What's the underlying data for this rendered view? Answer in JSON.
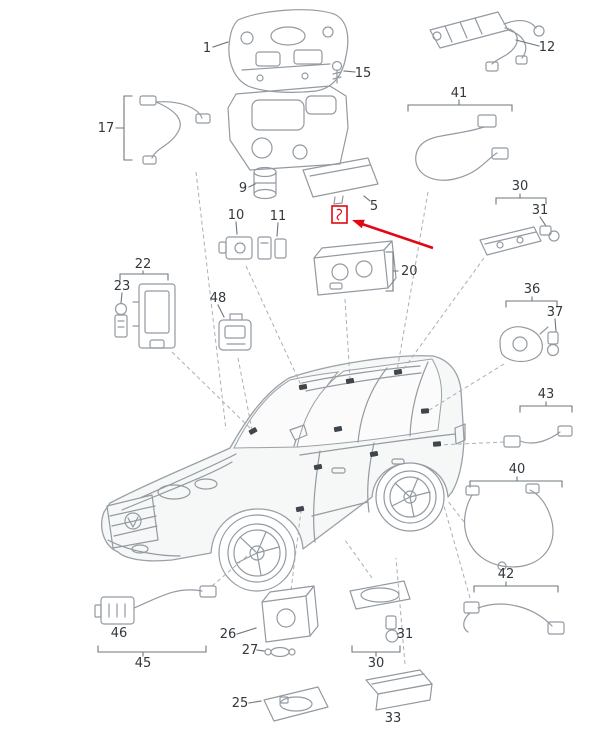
{
  "diagram": {
    "type": "vehicle-parts-exploded-diagram",
    "vehicle": "suv-three-quarter-view",
    "colors": {
      "background": "#ffffff",
      "line_art": "#939aa1",
      "label_text": "#33383c",
      "location_marker": "#3f464c",
      "highlight": "#e30613"
    },
    "highlight": {
      "marker": "highlighted-part-box",
      "arrow_direction": "pointing-up-left-at-highlighted-part"
    },
    "callouts": {
      "c1": "1",
      "c5": "5",
      "c9": "9",
      "c10": "10",
      "c11": "11",
      "c12": "12",
      "c15": "15",
      "c17": "17",
      "c20": "20",
      "c22": "22",
      "c23": "23",
      "c25": "25",
      "c26": "26",
      "c27": "27",
      "c30_right": "30",
      "c30_bottom": "30",
      "c31_right": "31",
      "c31_bottom": "31",
      "c33": "33",
      "c36": "36",
      "c37": "37",
      "c40": "40",
      "c41": "41",
      "c42": "42",
      "c43": "43",
      "c45": "45",
      "c46": "46",
      "c48": "48"
    }
  }
}
